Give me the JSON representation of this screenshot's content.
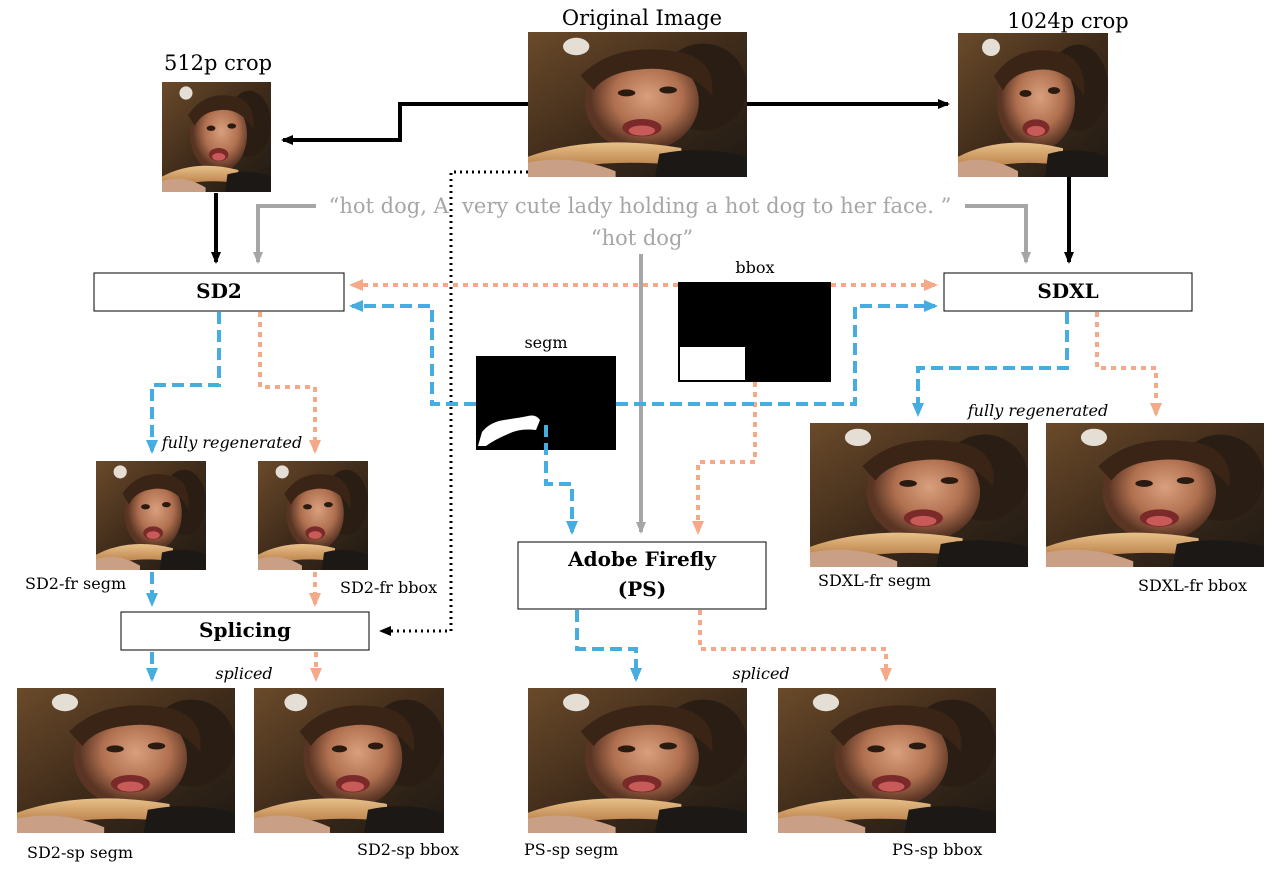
{
  "labels": {
    "original_image": "Original Image",
    "crop_512": "512p crop",
    "crop_1024": "1024p crop",
    "prompt_full": "“hot dog, A  very cute lady holding a hot dog to her face. ”",
    "prompt_short": "“hot dog”",
    "bbox": "bbox",
    "segm": "segm",
    "fully_regenerated": "fully regenerated",
    "spliced": "spliced"
  },
  "nodes": {
    "sd2": "SD2",
    "sdxl": "SDXL",
    "firefly_line1": "Adobe Firefly",
    "firefly_line2": "(PS)",
    "splicing": "Splicing"
  },
  "captions": {
    "sd2_fr_segm": "SD2-fr segm",
    "sd2_fr_bbox": "SD2-fr bbox",
    "sdxl_fr_segm": "SDXL-fr segm",
    "sdxl_fr_bbox": "SDXL-fr bbox",
    "sd2_sp_segm": "SD2-sp segm",
    "sd2_sp_bbox": "SD2-sp bbox",
    "ps_sp_segm": "PS-sp segm",
    "ps_sp_bbox": "PS-sp bbox"
  },
  "colors": {
    "segm_flow": "#45ADE0",
    "bbox_flow": "#F4AA88",
    "text_flow": "#A6A6A6",
    "image_flow": "#000000"
  }
}
